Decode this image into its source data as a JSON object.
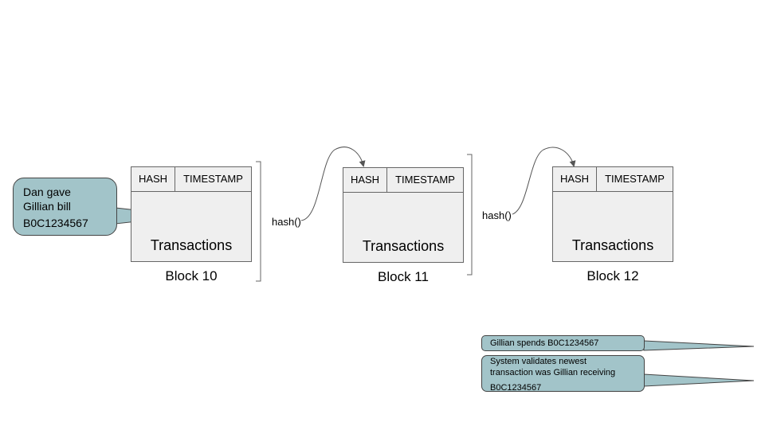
{
  "blocks": [
    {
      "hash_label": "HASH",
      "timestamp_label": "TIMESTAMP",
      "transactions_label": "Transactions",
      "name": "Block 10"
    },
    {
      "hash_label": "HASH",
      "timestamp_label": "TIMESTAMP",
      "transactions_label": "Transactions",
      "name": "Block 11"
    },
    {
      "hash_label": "HASH",
      "timestamp_label": "TIMESTAMP",
      "transactions_label": "Transactions",
      "name": "Block 12"
    }
  ],
  "hash_functions": [
    "hash()",
    "hash()"
  ],
  "callouts": {
    "main": {
      "line1": "Dan gave",
      "line2": "Gillian bill",
      "line3": "B0C1234567"
    },
    "spend": {
      "text": "Gillian spends B0C1234567"
    },
    "validate": {
      "line1": "System validates newest",
      "line2": "transaction was Gillian receiving",
      "line3": "B0C1234567"
    }
  },
  "colors": {
    "callout_fill": "#a2c4c9",
    "block_fill": "#efefef",
    "stroke": "#666666"
  }
}
